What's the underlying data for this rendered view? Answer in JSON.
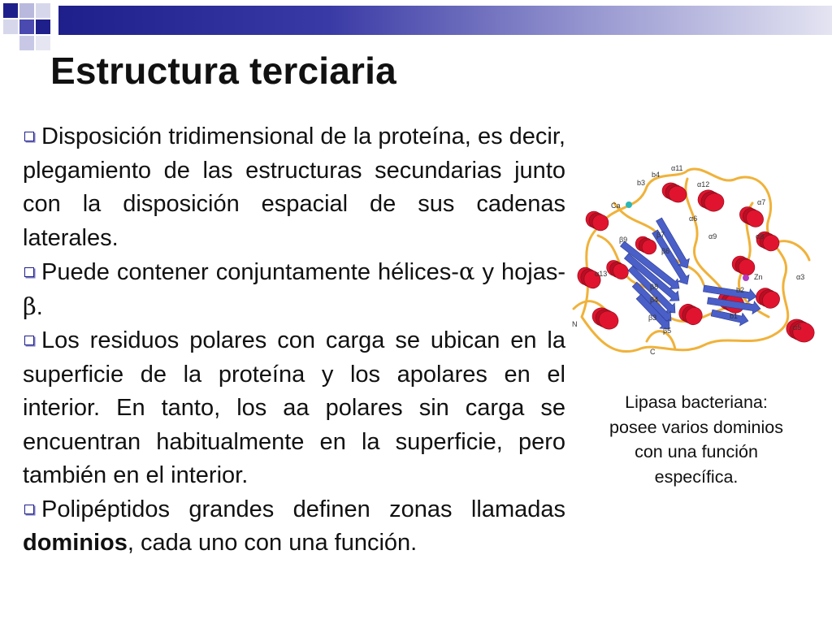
{
  "slide": {
    "title": "Estructura terciaria",
    "bullets": [
      {
        "parts": [
          {
            "text": "Disposición tridimensional de la proteína, es decir, plegamiento de las estructuras secundarias junto con la disposición espacial de sus cadenas laterales."
          }
        ]
      },
      {
        "parts": [
          {
            "text": "Puede contener conjuntamente hélices-"
          },
          {
            "text": "α",
            "greek": true
          },
          {
            "text": " y hojas-"
          },
          {
            "text": "β",
            "greek": true
          },
          {
            "text": "."
          }
        ]
      },
      {
        "parts": [
          {
            "text": "Los residuos polares con carga se ubican en la superficie de la proteína y los apolares en el interior. En tanto, los aa polares sin carga se encuentran habitualmente en la superficie, pero también en el interior."
          }
        ]
      },
      {
        "parts": [
          {
            "text": "Polipéptidos grandes definen zonas llamadas "
          },
          {
            "text": "dominios",
            "bold": true
          },
          {
            "text": ", cada uno con una función."
          }
        ]
      }
    ],
    "figure": {
      "caption": "Lipasa bacteriana: posee varios dominios con una función específica.",
      "labels": [
        "b3",
        "b4",
        "α11",
        "α12",
        "α7",
        "Ca",
        "α6",
        "α8",
        "β7",
        "α9",
        "β9",
        "β6",
        "Zn",
        "α3",
        "α13",
        "β8",
        "b2",
        "β4",
        "b1",
        "β3",
        "β5",
        "α5",
        "N",
        "C"
      ]
    },
    "colors": {
      "accent": "#1f1f8c",
      "helix": "#e0142e",
      "strand": "#4a5fc7",
      "coil": "#f0b23a"
    }
  }
}
